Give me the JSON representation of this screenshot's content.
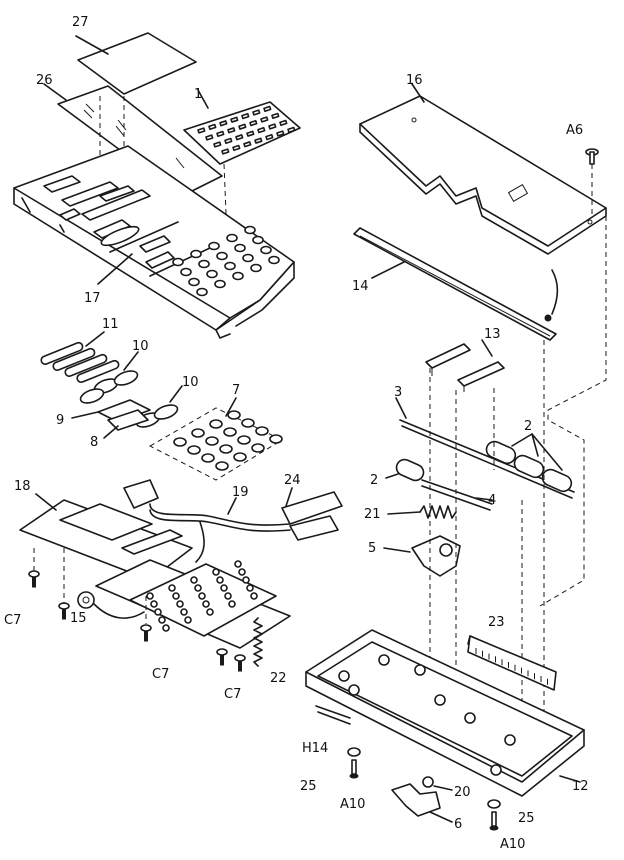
{
  "labels": {
    "n27": "27",
    "n26": "26",
    "n1": "1",
    "n16": "16",
    "nA6": "A6",
    "n14": "14",
    "n17": "17",
    "n11": "11",
    "n10a": "10",
    "n10b": "10",
    "n9": "9",
    "n8": "8",
    "n7": "7",
    "n13": "13",
    "n3": "3",
    "n2a": "2",
    "n2b": "2",
    "n4": "4",
    "n21": "21",
    "n5": "5",
    "n18": "18",
    "n19": "19",
    "n24": "24",
    "n23": "23",
    "nC7a": "C7",
    "n15": "15",
    "nC7b": "C7",
    "nC7c": "C7",
    "n22": "22",
    "nH14": "H14",
    "n25a": "25",
    "nA10a": "A10",
    "n20": "20",
    "n12": "12",
    "n6": "6",
    "n25b": "25",
    "nA10b": "A10"
  }
}
